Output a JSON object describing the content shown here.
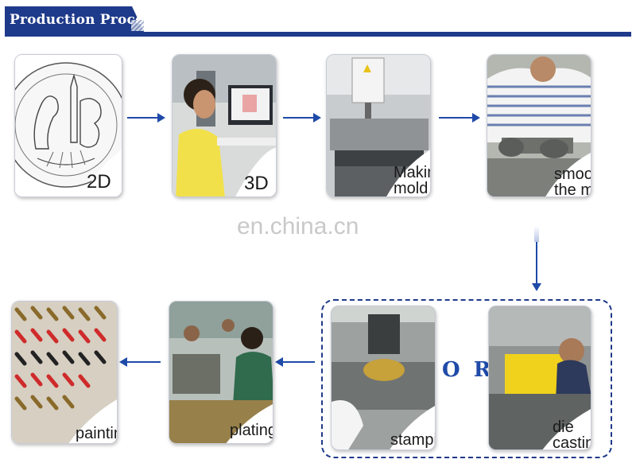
{
  "header": {
    "title": "Production Process"
  },
  "watermark": "en.china.cn",
  "or_label": "O R",
  "steps": {
    "design2d": {
      "label": "2D"
    },
    "design3d": {
      "label": "3D"
    },
    "making_mold": {
      "label_line1": "Making",
      "label_line2": "mold"
    },
    "smooth_mold": {
      "label_line1": "smooth",
      "label_line2": "the mold"
    },
    "stamping": {
      "label": "stamping"
    },
    "die_casting": {
      "label_line1": "die",
      "label_line2": "casting"
    },
    "plating": {
      "label": "plating"
    },
    "painting": {
      "label": "painting"
    }
  },
  "colors": {
    "brand_blue": "#1e3a8a",
    "arrow_blue": "#1f4aa8"
  }
}
